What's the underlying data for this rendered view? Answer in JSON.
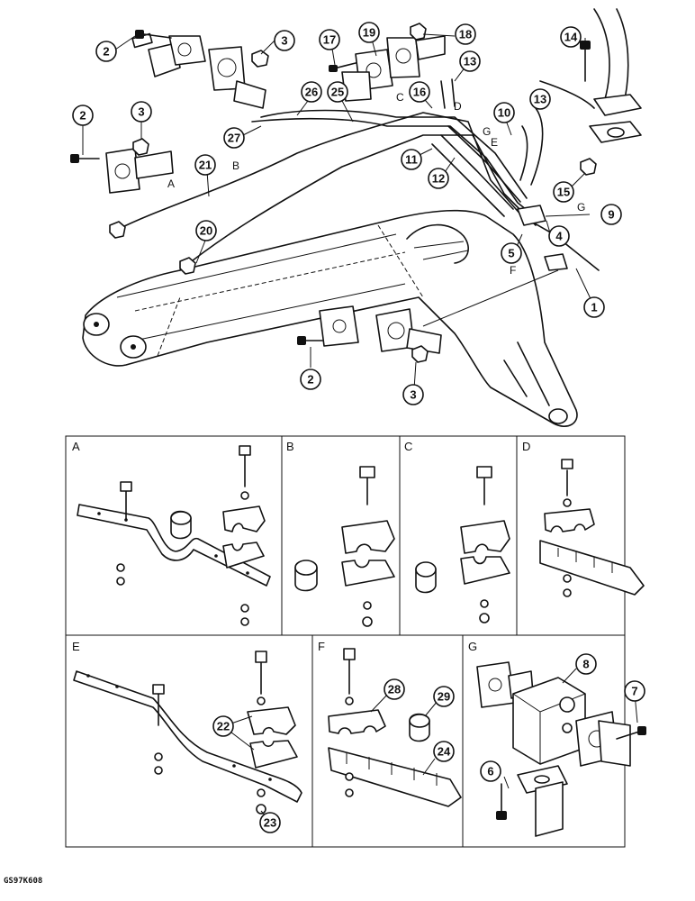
{
  "figure_id": "GS97K608",
  "callouts": [
    "1",
    "2",
    "3",
    "4",
    "5",
    "6",
    "7",
    "8",
    "9",
    "10",
    "11",
    "12",
    "13",
    "14",
    "15",
    "16",
    "17",
    "18",
    "19",
    "20",
    "21",
    "22",
    "23",
    "24",
    "25",
    "26",
    "27",
    "28",
    "29"
  ],
  "pipe_letters": [
    "A",
    "B",
    "C",
    "D",
    "E",
    "F",
    "G"
  ],
  "panels": {
    "A": {
      "label": "A"
    },
    "B": {
      "label": "B"
    },
    "C": {
      "label": "C"
    },
    "D": {
      "label": "D"
    },
    "E": {
      "label": "E"
    },
    "F": {
      "label": "F"
    },
    "G": {
      "label": "G"
    }
  }
}
